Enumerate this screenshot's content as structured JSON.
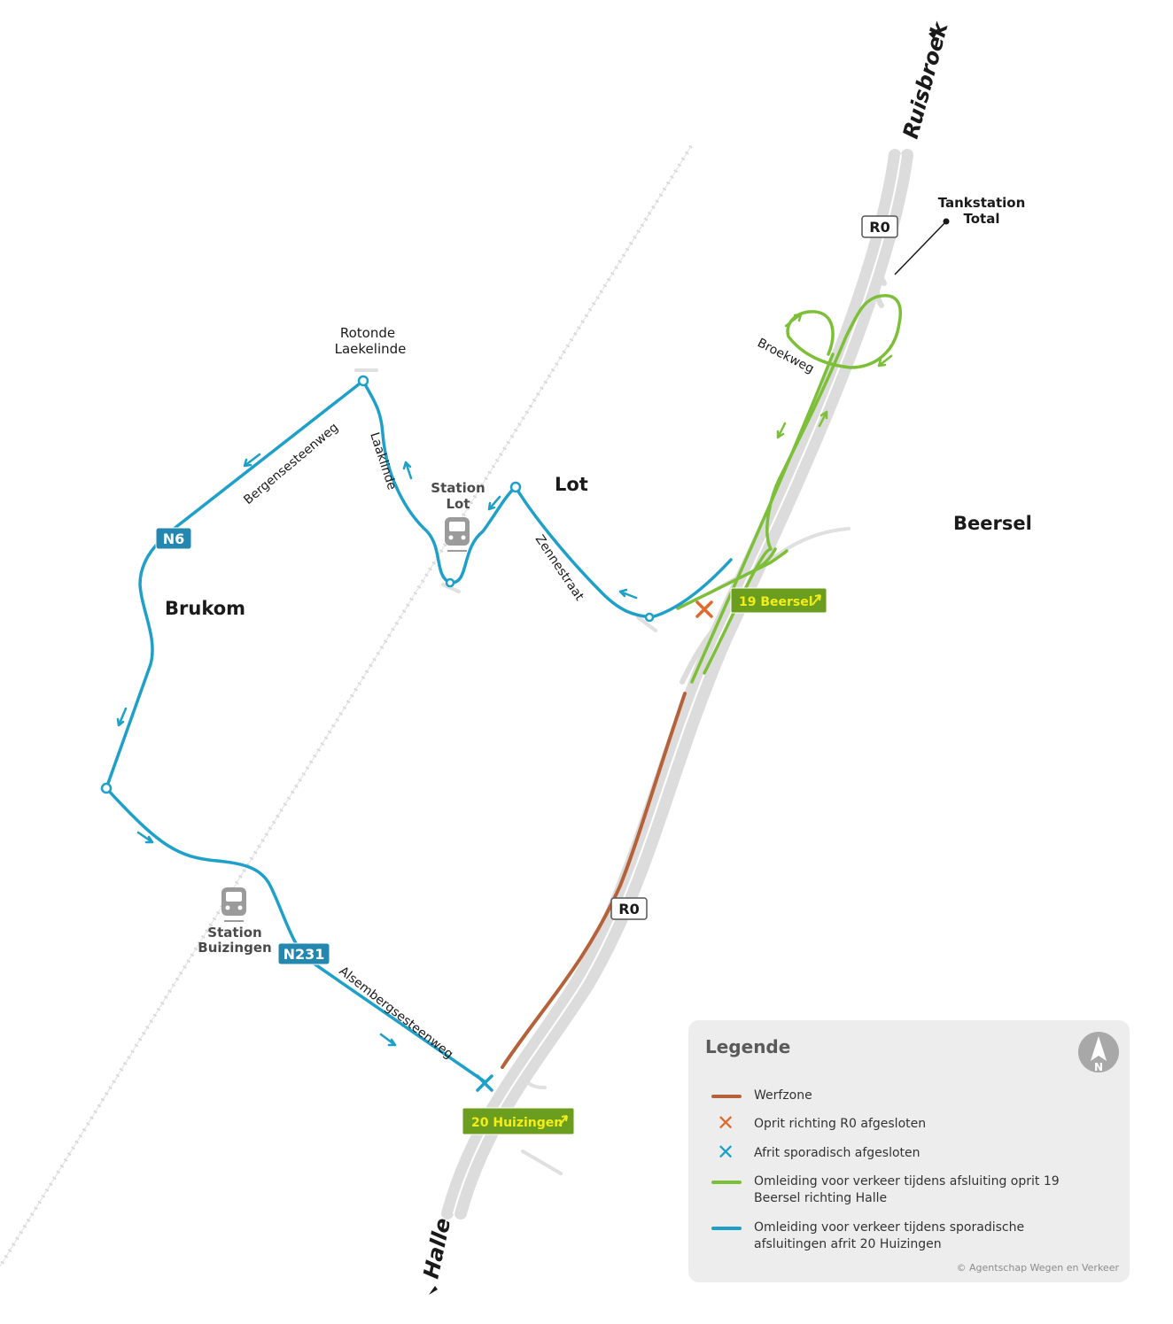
{
  "colors": {
    "detour_blue": "#1ea0c8",
    "detour_green": "#7dbf38",
    "worksite": "#b5623a",
    "closed_orange": "#e06a2a",
    "road_grey": "#dcdcdc",
    "shield_blue": "#2487b0",
    "exit_green": "#6b9e1e"
  },
  "directions": {
    "north": "Ruisbroek",
    "south": "Halle"
  },
  "roads": {
    "r0_label_north": "R0",
    "r0_label_south": "R0",
    "n6": "N6",
    "n231": "N231",
    "broekweg": "Broekweg",
    "bergensesteenweg": "Bergensesteenweg",
    "laaklinde": "Laaklinde",
    "zennestraat": "Zennestraat",
    "alsembergsesteenweg": "Alsembergsesteenweg"
  },
  "places": {
    "brukom": "Brukom",
    "lot": "Lot",
    "beersel": "Beersel",
    "rotonde_line1": "Rotonde",
    "rotonde_line2": "Laekelinde",
    "tank_line1": "Tankstation",
    "tank_line2": "Total",
    "station_lot_line1": "Station",
    "station_lot_line2": "Lot",
    "station_buiz_line1": "Station",
    "station_buiz_line2": "Buizingen"
  },
  "exits": {
    "exit19": "19 Beersel",
    "exit20": "20 Huizingen"
  },
  "legend": {
    "title": "Legende",
    "items": [
      {
        "type": "line",
        "color": "#b5623a",
        "text": "Werfzone"
      },
      {
        "type": "x",
        "color": "#e06a2a",
        "text": "Oprit richting R0 afgesloten"
      },
      {
        "type": "x",
        "color": "#1ea0c8",
        "text": "Afrit sporadisch afgesloten"
      },
      {
        "type": "line",
        "color": "#7dbf38",
        "text": "Omleiding voor verkeer tijdens afsluiting oprit 19 Beersel richting Halle"
      },
      {
        "type": "line",
        "color": "#1ea0c8",
        "text": "Omleiding voor verkeer tijdens sporadische afsluitingen afrit 20 Huizingen"
      }
    ],
    "north_letter": "N",
    "copyright": "© Agentschap Wegen en Verkeer"
  }
}
